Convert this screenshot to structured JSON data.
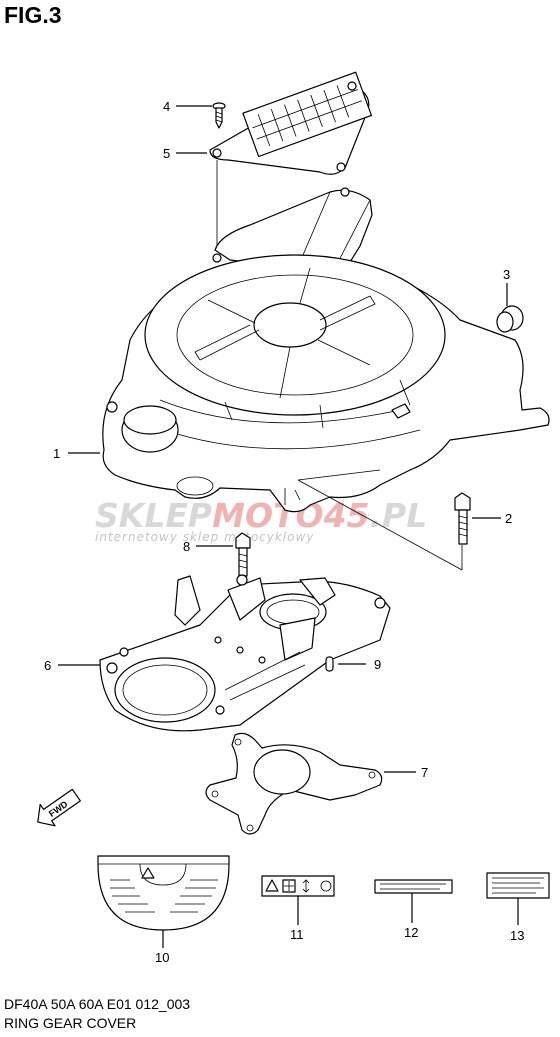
{
  "figure_title": "FIG.3",
  "watermark": {
    "brand_start": "SKLEP",
    "brand_accent": "MOTO45",
    "brand_end": ".PL",
    "tagline": "internetowy sklep motocyklowy"
  },
  "fwd_label": "FWD",
  "callouts": [
    "1",
    "2",
    "3",
    "4",
    "5",
    "6",
    "7",
    "8",
    "9",
    "10",
    "11",
    "12",
    "13"
  ],
  "footer": {
    "model_code": "DF40A 50A 60A E01 012_003",
    "caption": "RING GEAR COVER"
  }
}
